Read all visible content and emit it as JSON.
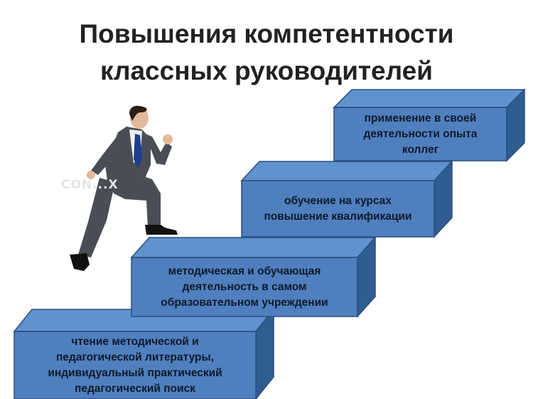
{
  "title": {
    "line1": "Повышения компетентности",
    "line2": "классных руководителей"
  },
  "steps": [
    {
      "lines": [
        "чтение методической и",
        "педагогической литературы,",
        "индивидуальный практический",
        "педагогический поиск"
      ]
    },
    {
      "lines": [
        "методическая и обучающая",
        "деятельность в самом",
        "образовательном учреждении"
      ]
    },
    {
      "lines": [
        "обучение на курсах",
        "повышение квалификации"
      ]
    },
    {
      "lines": [
        "применение в своей",
        "деятельности опыта",
        "коллег"
      ]
    }
  ],
  "figure": {
    "icon": "businessman-climbing-icon",
    "watermark": "CON...X"
  },
  "colors": {
    "step_front": "#4f7fbe",
    "step_top": "#5f92cf",
    "step_side": "#2f5c92",
    "step_border": "#2b4f7e",
    "title": "#222222",
    "suit": "#4a4d54",
    "tie": "#1c3f8f"
  }
}
